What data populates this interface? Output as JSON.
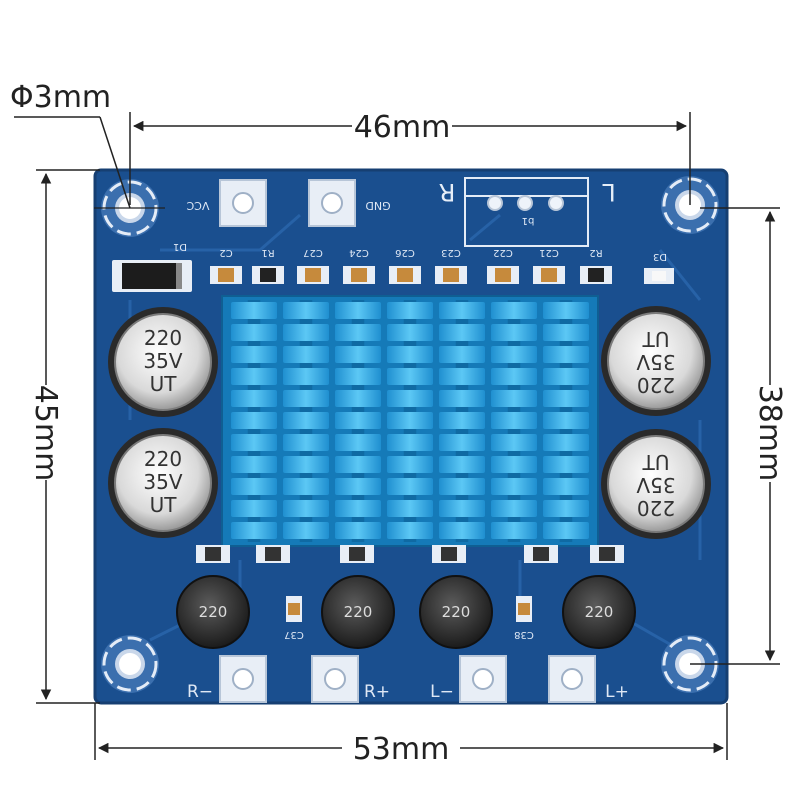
{
  "dimensions": {
    "hole": "Φ3mm",
    "hole_spacing_width": "46mm",
    "board_width": "53mm",
    "board_height": "45mm",
    "hole_spacing_height": "38mm"
  },
  "board": {
    "colors": {
      "pcb": "#1a4f8f",
      "heatsink": "#2aa7e0",
      "silkscreen": "#dfe8f5"
    },
    "power_pads": {
      "vcc": "VCC",
      "gnd": "GND"
    },
    "channel_marks": {
      "right": "R",
      "left": "L"
    },
    "potentiometer_ref": "b1",
    "diode_ref": "D1",
    "led_ref": "D3",
    "smd_labels": [
      "C2",
      "R1",
      "C27",
      "C24",
      "C26",
      "C23",
      "C22",
      "C21",
      "R2"
    ],
    "bottom_cap_refs": {
      "left": "C37",
      "right": "C38"
    },
    "capacitors": [
      {
        "line1": "220",
        "line2": "35V",
        "line3": "UT"
      },
      {
        "line1": "220",
        "line2": "35V",
        "line3": "UT"
      },
      {
        "line1": "220",
        "line2": "35V",
        "line3": "UT"
      },
      {
        "line1": "220",
        "line2": "35V",
        "line3": "UT"
      }
    ],
    "inductors": [
      "220",
      "220",
      "220",
      "220"
    ],
    "outputs": [
      "R−",
      "R+",
      "L−",
      "L+"
    ]
  }
}
